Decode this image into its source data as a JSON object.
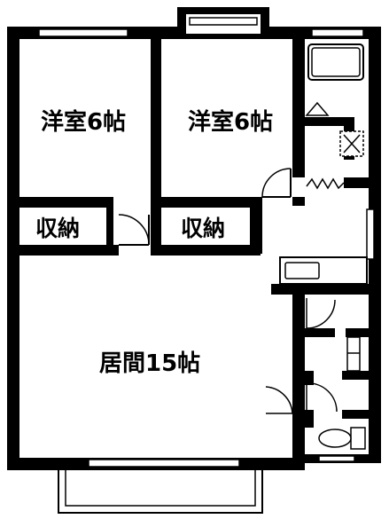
{
  "rooms": {
    "western_room_left": "洋室6帖",
    "western_room_right": "洋室6帖",
    "storage_left": "収納",
    "storage_right": "収納",
    "living_room": "居間15帖"
  },
  "colors": {
    "wall": "#000000",
    "background": "#ffffff"
  }
}
